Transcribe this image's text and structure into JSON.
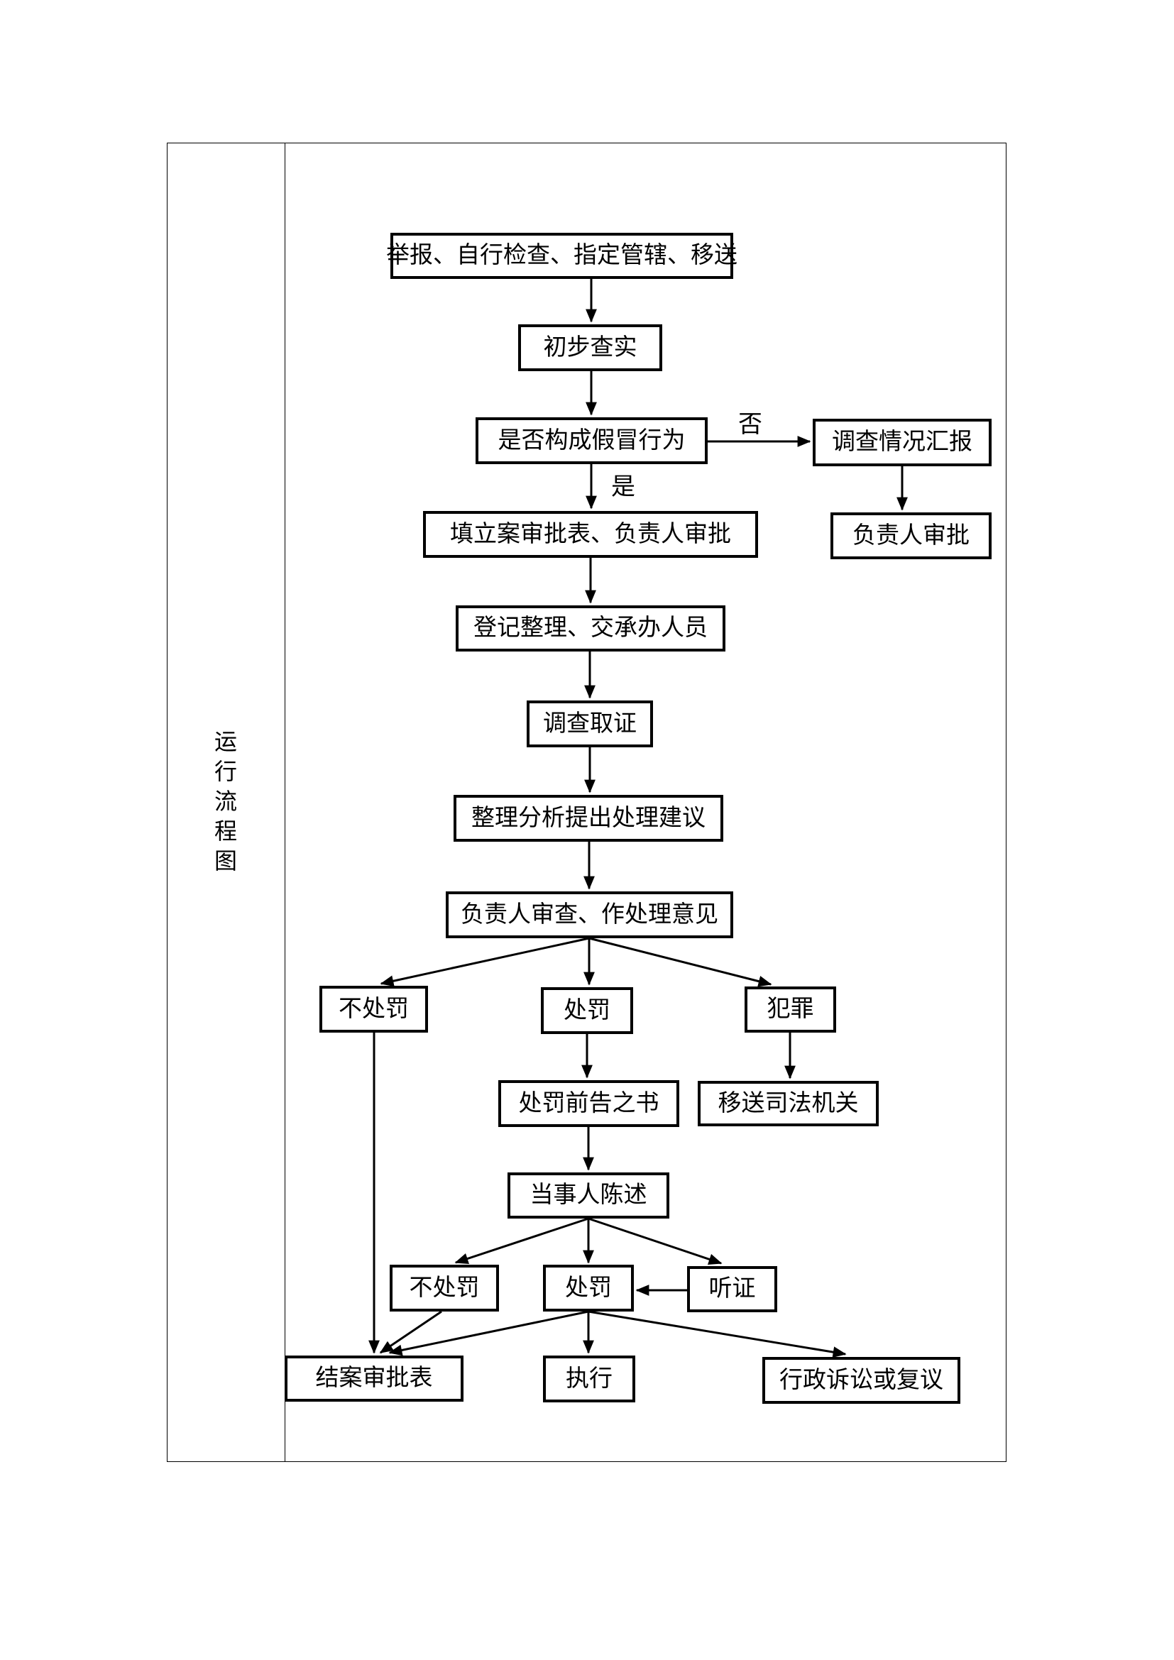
{
  "page": {
    "side_title": "运行流程图"
  },
  "diagram": {
    "nodes": {
      "report": "举报、自行检查、指定管辖、移送",
      "preliminary_check": "初步查实",
      "is_counterfeit": "是否构成假冒行为",
      "investigation_report": "调查情况汇报",
      "leader_approval": "负责人审批",
      "fill_case_form": "填立案审批表、负责人审批",
      "register_assign": "登记整理、交承办人员",
      "evidence_collection": "调查取证",
      "analyze_suggest": "整理分析提出处理建议",
      "leader_review": "负责人审查、作处理意见",
      "no_penalty_1": "不处罚",
      "penalty_1": "处罚",
      "crime": "犯罪",
      "penalty_prior_notice": "处罚前告之书",
      "transfer_judiciary": "移送司法机关",
      "party_statement": "当事人陈述",
      "no_penalty_2": "不处罚",
      "penalty_2": "处罚",
      "hearing": "听证",
      "case_close_form": "结案审批表",
      "execution": "执行",
      "admin_litigation": "行政诉讼或复议"
    },
    "edge_labels": {
      "yes": "是",
      "no": "否"
    },
    "colors": {
      "line": "#000000",
      "background": "#ffffff"
    }
  }
}
